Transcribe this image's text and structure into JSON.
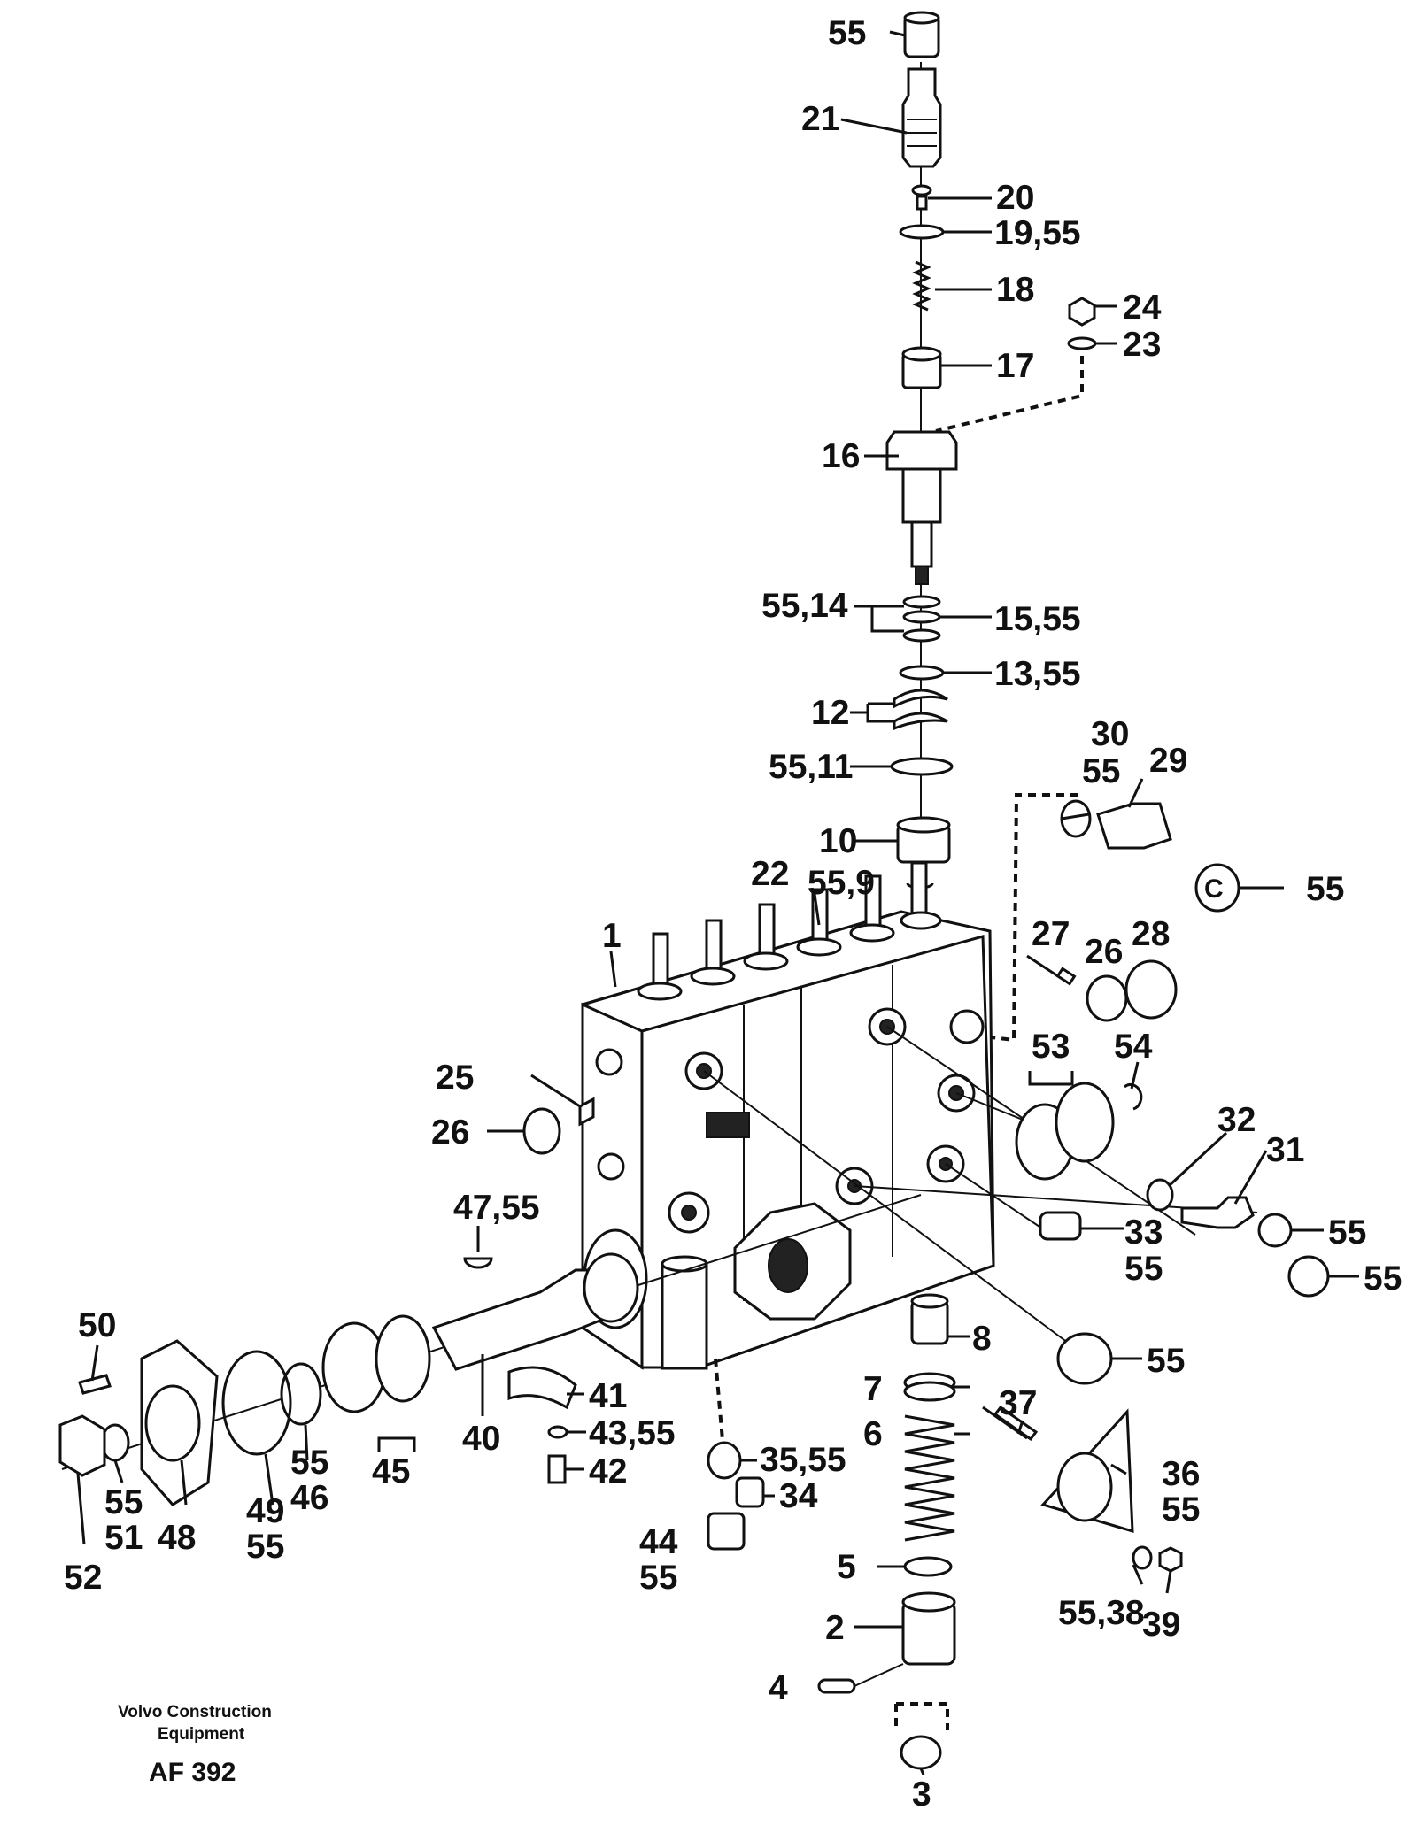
{
  "footer": {
    "brand_line1": "Volvo Construction",
    "brand_line2": "Equipment",
    "code": "AF 392"
  },
  "callouts": [
    {
      "id": "c-55-top",
      "text": "55"
    },
    {
      "id": "c-21",
      "text": "21"
    },
    {
      "id": "c-20",
      "text": "20"
    },
    {
      "id": "c-19-55",
      "text": "19,55"
    },
    {
      "id": "c-18",
      "text": "18"
    },
    {
      "id": "c-24",
      "text": "24"
    },
    {
      "id": "c-23",
      "text": "23"
    },
    {
      "id": "c-17",
      "text": "17"
    },
    {
      "id": "c-16",
      "text": "16"
    },
    {
      "id": "c-55-14",
      "text": "55,14"
    },
    {
      "id": "c-15-55",
      "text": "15,55"
    },
    {
      "id": "c-13-55",
      "text": "13,55"
    },
    {
      "id": "c-12",
      "text": "12"
    },
    {
      "id": "c-55-11",
      "text": "55,11"
    },
    {
      "id": "c-30",
      "text": "30"
    },
    {
      "id": "c-55-a",
      "text": "55"
    },
    {
      "id": "c-29",
      "text": "29"
    },
    {
      "id": "c-10",
      "text": "10"
    },
    {
      "id": "c-55-9",
      "text": "55,9"
    },
    {
      "id": "c-22",
      "text": "22"
    },
    {
      "id": "c-55-b",
      "text": "55"
    },
    {
      "id": "c-27",
      "text": "27"
    },
    {
      "id": "c-26-a",
      "text": "26"
    },
    {
      "id": "c-28",
      "text": "28"
    },
    {
      "id": "c-1",
      "text": "1"
    },
    {
      "id": "c-53",
      "text": "53"
    },
    {
      "id": "c-54",
      "text": "54"
    },
    {
      "id": "c-25",
      "text": "25"
    },
    {
      "id": "c-26-b",
      "text": "26"
    },
    {
      "id": "c-32",
      "text": "32"
    },
    {
      "id": "c-31",
      "text": "31"
    },
    {
      "id": "c-47-55",
      "text": "47,55"
    },
    {
      "id": "c-55-c",
      "text": "55"
    },
    {
      "id": "c-33",
      "text": "33"
    },
    {
      "id": "c-55-d",
      "text": "55"
    },
    {
      "id": "c-55-e",
      "text": "55"
    },
    {
      "id": "c-50",
      "text": "50"
    },
    {
      "id": "c-8",
      "text": "8"
    },
    {
      "id": "c-55-f",
      "text": "55"
    },
    {
      "id": "c-7",
      "text": "7"
    },
    {
      "id": "c-41",
      "text": "41"
    },
    {
      "id": "c-37",
      "text": "37"
    },
    {
      "id": "c-6",
      "text": "6"
    },
    {
      "id": "c-40",
      "text": "40"
    },
    {
      "id": "c-43-55",
      "text": "43,55"
    },
    {
      "id": "c-35-55",
      "text": "35,55"
    },
    {
      "id": "c-36",
      "text": "36"
    },
    {
      "id": "c-55-g",
      "text": "55"
    },
    {
      "id": "c-45",
      "text": "45"
    },
    {
      "id": "c-42",
      "text": "42"
    },
    {
      "id": "c-34",
      "text": "34"
    },
    {
      "id": "c-55-h",
      "text": "55"
    },
    {
      "id": "c-46",
      "text": "46"
    },
    {
      "id": "c-55-i",
      "text": "55"
    },
    {
      "id": "c-51",
      "text": "51"
    },
    {
      "id": "c-48",
      "text": "48"
    },
    {
      "id": "c-49",
      "text": "49"
    },
    {
      "id": "c-55-j",
      "text": "55"
    },
    {
      "id": "c-44",
      "text": "44"
    },
    {
      "id": "c-55-k",
      "text": "55"
    },
    {
      "id": "c-52",
      "text": "52"
    },
    {
      "id": "c-5",
      "text": "5"
    },
    {
      "id": "c-55-38",
      "text": "55,38"
    },
    {
      "id": "c-39",
      "text": "39"
    },
    {
      "id": "c-2",
      "text": "2"
    },
    {
      "id": "c-4",
      "text": "4"
    },
    {
      "id": "c-3",
      "text": "3"
    }
  ]
}
